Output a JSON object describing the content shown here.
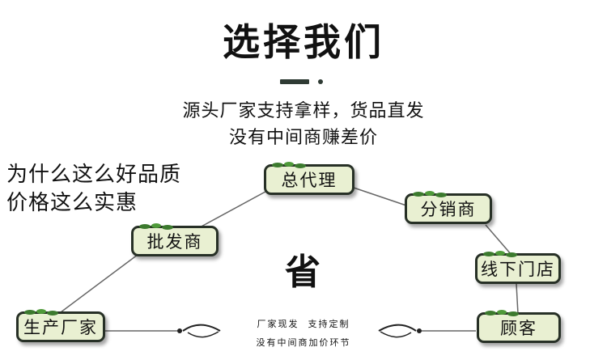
{
  "title": "选择我们",
  "subtitle_lines": [
    "源头厂家支持拿样，货品直发",
    "没有中间商赚差价"
  ],
  "question_lines": [
    "为什么这么好品质",
    "价格这么实惠"
  ],
  "center_mark": "省",
  "nodes": {
    "factory": "生产厂家",
    "wholesale": "批发商",
    "agent": "总代理",
    "distributor": "分销商",
    "offline_store": "线下门店",
    "customer": "顾客"
  },
  "direct_route": [
    "厂家现发  支持定制",
    "没有中间商加价环节"
  ],
  "colors": {
    "node_fill": "#e9f0d2",
    "node_border": "#273026",
    "line": "#666666",
    "leaf": "#3c7a2e"
  }
}
